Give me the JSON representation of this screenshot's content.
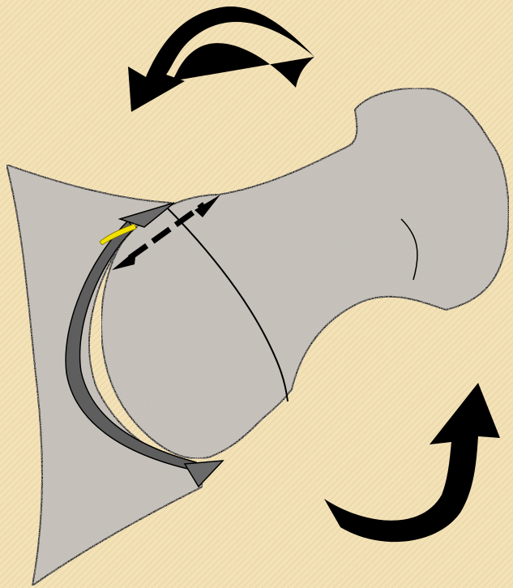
{
  "diagram": {
    "labels": [],
    "colors": {
      "background": "#f3e2b8",
      "background_texture": "#ead5a3",
      "bone_fill": "#c7c2bb",
      "bone_speckle_dark": "#8f8a84",
      "bone_speckle_light": "#e6e2dc",
      "labrum": "#5e5e5e",
      "cartilage_highlight": "#f2e100",
      "outline": "#000000",
      "arrow": "#000000"
    },
    "icons": [
      "curved-arrow-rotate-up-left",
      "curved-arrow-rotate-up-right",
      "double-headed-arrow"
    ]
  }
}
